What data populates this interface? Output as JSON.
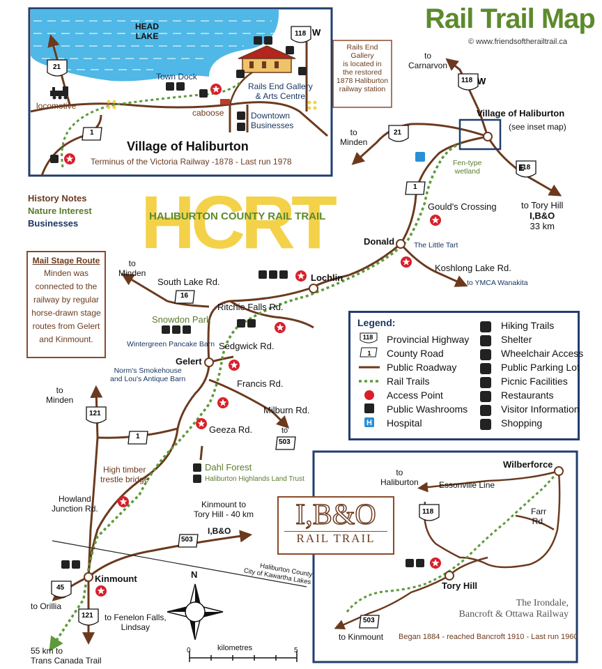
{
  "title": "Rail Trail Map",
  "copyright": "© www.friendsoftherailtrail.ca",
  "key": {
    "history": "History Notes",
    "nature": "Nature Interest",
    "business": "Businesses"
  },
  "logo": {
    "letters": "HCRT",
    "name": "HALIBURTON COUNTY RAIL TRAIL"
  },
  "inset": {
    "lake": [
      "HEAD",
      "LAKE"
    ],
    "town_dock": "Town Dock",
    "locomotive": "locomotive",
    "caboose": "caboose",
    "rails_end": [
      "Rails End Gallery",
      "& Arts Centre"
    ],
    "downtown": [
      "Downtown",
      "Businesses"
    ],
    "title": "Village of Haliburton",
    "subtitle": "Terminus of the Victoria Railway -1878 - Last run 1978",
    "gallery_note": [
      "Rails End Gallery",
      "is located in",
      "the restored",
      "1878 Haliburton",
      "railway station"
    ],
    "hwy_118": "118",
    "hwy_118_dir": "W",
    "hwy_21": "21",
    "road_1": "1"
  },
  "mail_stage": {
    "title": "Mail Stage Route",
    "body": [
      "Minden was",
      "connected to the",
      "railway by regular",
      "horse-drawn stage",
      "routes from Gelert",
      "and Kinmount."
    ]
  },
  "places": {
    "to_carnarvon": [
      "to",
      "Carnarvon"
    ],
    "hwy118_w": "W",
    "village": "Village of Haliburton",
    "see_inset": "(see inset map)",
    "to_minden_1": [
      "to",
      "Minden"
    ],
    "fen": [
      "Fen-type",
      "wetland"
    ],
    "to_tory": [
      "to Tory Hill",
      "I,B&O",
      "33 km"
    ],
    "hwy118_e": "E",
    "goulds": "Gould's Crossing",
    "donald": "Donald",
    "little_tart": "The Little Tart",
    "kosh": "Koshlong Lake Rd.",
    "ymca": "to YMCA Wanakita",
    "lochlin": "Lochlin",
    "to_minden_2": [
      "to",
      "Minden"
    ],
    "south_lake": "South Lake Rd.",
    "ritchie": "Ritchie Falls Rd.",
    "snowdon": "Snowdon Park",
    "wintergreen": "Wintergreen Pancake Barn",
    "sedgwick": "Sedgwick Rd.",
    "gelert": "Gelert",
    "norms": [
      "Norm's Smokehouse",
      "and Lou's Antique Barn"
    ],
    "francis": "Francis Rd.",
    "to_minden_3": [
      "to",
      "Minden"
    ],
    "milburn": "Milburn Rd.",
    "to_503": "to",
    "geeza": "Geeza Rd.",
    "high_timber": [
      "High timber",
      "trestle bridge"
    ],
    "dahl": "Dahl Forest",
    "land_trust": "Haliburton Highlands Land Trust",
    "howland": [
      "Howland",
      "Junction Rd."
    ],
    "kinmount_tory": [
      "Kinmount to",
      "Tory Hill - 40 km"
    ],
    "ibo_arrow": "I,B&O",
    "county_line": [
      "Haliburton County",
      "City of Kawartha Lakes"
    ],
    "kinmount": "Kinmount",
    "to_orillia": "to Orillia",
    "fenelon": [
      "to Fenelon Falls,",
      "Lindsay"
    ],
    "trans_canada": [
      "55 km to",
      "Trans Canada Trail"
    ],
    "north": "N",
    "scale_label": "kilometres",
    "scale_0": "0",
    "scale_5": "5"
  },
  "shields": {
    "s118a": "118",
    "s21a": "21",
    "s118e": "118",
    "s1a": "1",
    "s16": "16",
    "s121": "121",
    "s1b": "1",
    "s503a": "503",
    "s503b": "503",
    "s45": "45",
    "s121b": "121"
  },
  "legend": {
    "title": "Legend:",
    "left": [
      "Provincial Highway",
      "County Road",
      "Public Roadway",
      "Rail Trails",
      "Access Point",
      "Public Washrooms",
      "Hospital"
    ],
    "right": [
      "Hiking Trails",
      "Shelter",
      "Wheelchair Access",
      "Public Parking Lot",
      "Picnic Facilities",
      "Restaurants",
      "Visitor Information",
      "Shopping"
    ],
    "shield_118": "118",
    "shield_1": "1",
    "hospital": "H"
  },
  "ibo_logo": {
    "big": "I,B&O",
    "small": "RAIL TRAIL"
  },
  "ibo_inset": {
    "wilberforce": "Wilberforce",
    "to_haliburton": [
      "to",
      "Haliburton"
    ],
    "essonville": "Essonville Line",
    "farr": [
      "Farr",
      "Rd."
    ],
    "hwy_118": "118",
    "tory_hill": "Tory Hill",
    "railway_name": [
      "The Irondale,",
      "Bancroft & Ottawa Railway"
    ],
    "hwy_503": "503",
    "to_kinmount": "to Kinmount",
    "history": "Began 1884 - reached Bancroft 1910 - Last run 1960"
  },
  "colors": {
    "road": "#6b3a1e",
    "trail": "#5d9a3a",
    "water": "#4fb8e6",
    "navy": "#1f3e6e",
    "access": "#d8202a",
    "hcrt": "#f3d24a"
  }
}
